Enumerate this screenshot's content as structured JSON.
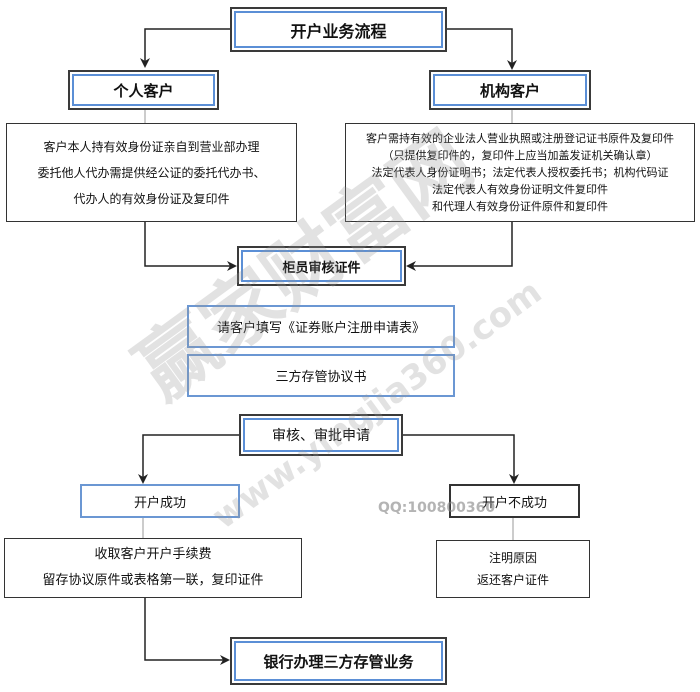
{
  "title": "开户业务流程",
  "individual": {
    "title": "个人客户",
    "lines": [
      "客户本人持有效身份证亲自到营业部办理",
      "委托他人代办需提供经公证的委托代办书、",
      "代办人的有效身份证及复印件"
    ]
  },
  "institution": {
    "title": "机构客户",
    "lines": [
      "客户需持有效的企业法人营业执照或注册登记证书原件及复印件",
      "（只提供复印件的，复印件上应当加盖发证机关确认章）",
      "法定代表人身份证明书；法定代表人授权委托书；机构代码证",
      "法定代表人有效身份证明文件复印件",
      "和代理人有效身份证件原件和复印件"
    ]
  },
  "steps": {
    "verify": "柜员审核证件",
    "fill_form": "请客户填写《证券账户注册申请表》",
    "agreement": "三方存管协议书",
    "approve": "审核、审批申请"
  },
  "success": {
    "title": "开户成功",
    "lines": [
      "收取客户开户手续费",
      "留存协议原件或表格第一联，复印证件"
    ]
  },
  "failure": {
    "title": "开户不成功",
    "lines": [
      "注明原因",
      "返还客户证件"
    ]
  },
  "bank": "银行办理三方存管业务",
  "watermark": {
    "brand": "赢家财富网",
    "url": "www.yingjia360.com",
    "qq": "QQ:100800360"
  }
}
